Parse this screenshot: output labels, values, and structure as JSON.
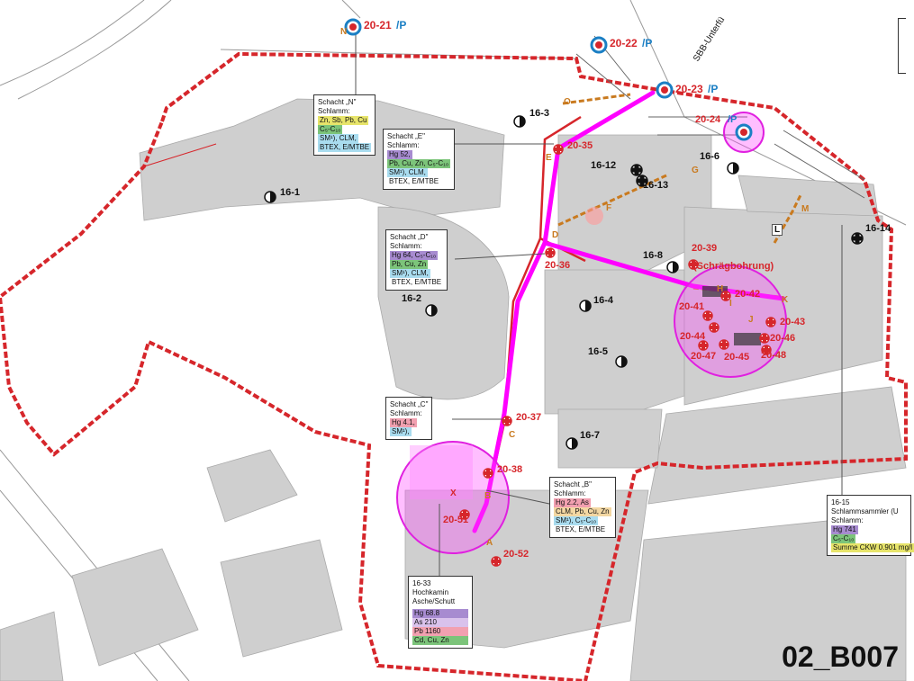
{
  "map_id": "02_B007",
  "road_label": "SBB-Unterfü",
  "wells_blue": [
    {
      "label": "20-21",
      "suffix": "/P"
    },
    {
      "label": "20-22",
      "suffix": "/P"
    },
    {
      "label": "20-23",
      "suffix": "/P"
    },
    {
      "label": "20-24",
      "suffix": "/P"
    }
  ],
  "wells_red": [
    "20-35",
    "20-36",
    "20-37",
    "20-38",
    "20-39",
    "20-41",
    "20-42",
    "20-43",
    "20-44",
    "20-45",
    "20-46",
    "20-47",
    "20-48",
    "20-51",
    "20-52"
  ],
  "wells_black": [
    "16-1",
    "16-2",
    "16-3",
    "16-4",
    "16-5",
    "16-6",
    "16-7",
    "16-8",
    "16-12",
    "16-13",
    "16-14"
  ],
  "inclined_note": "(Schrägbohrung)",
  "letters": [
    "N",
    "O",
    "E",
    "D",
    "C",
    "B",
    "A",
    "F",
    "G",
    "H",
    "I",
    "J",
    "K",
    "L",
    "M",
    "X"
  ],
  "boxes": {
    "schacht_n": {
      "title": "Schacht „N\"",
      "sub": "Schlamm:",
      "l1": "Zn, Sb, Pb, Cu",
      "l2": "C₅-C₁₀",
      "l3": "SM¹), CLM,",
      "l4": "BTEX, E/MTBE"
    },
    "schacht_e": {
      "title": "Schacht „E\"",
      "sub": "Schlamm:",
      "l1": "Hg 52,",
      "l2": "Pb, Cu, Zn, C₅-C₁₀",
      "l3": "SM¹), CLM,",
      "l4": "BTEX, E/MTBE"
    },
    "schacht_d": {
      "title": "Schacht „D\"",
      "sub": "Schlamm:",
      "l1": "Hg 64, C₅-C₁₀",
      "l2": "Pb, Cu, Zn",
      "l3": "SM¹), CLM,",
      "l4": "BTEX, E/MTBE"
    },
    "schacht_c": {
      "title": "Schacht „C\"",
      "sub": "Schlamm:",
      "l1": "Hg 4.1,",
      "l2": "SM¹),"
    },
    "schacht_b": {
      "title": "Schacht „B\"",
      "sub": "Schlamm:",
      "l1": "Hg 2.2, As",
      "l2": "CLM, Pb, Cu, Zn",
      "l3": "SM¹), C₅-C₁₀",
      "l4": "BTEX, E/MTBE"
    },
    "hochkamin": {
      "title": "16-33",
      "sub": "Hochkamin",
      "sub2": "Asche/Schutt",
      "l1": "Hg 68.8",
      "l2": "As 210",
      "l3": "Pb 1160",
      "l4": "Cd, Cu, Zn"
    },
    "schlammsammler": {
      "title": "16-15",
      "sub": "Schlammsammler (U",
      "sub2": "Schlamm:",
      "l1": "Hg 741",
      "l2": "C₅-C₁₀",
      "l3": "Summe CKW 0.901 mg/l"
    }
  },
  "colors": {
    "site_boundary": "#d6262b",
    "highlight": "#ff00ff",
    "building": "#cfcfcf",
    "pipe": "#c97a1f"
  }
}
